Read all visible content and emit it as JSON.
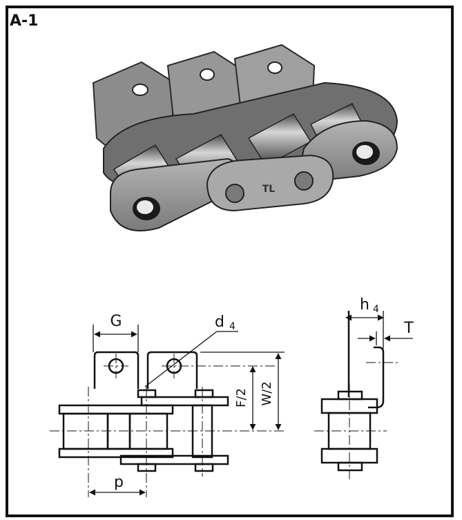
{
  "figure_label": "A-1",
  "logo_mark": "TL",
  "side_view": {
    "dim_G": "G",
    "dim_d4": "d",
    "dim_d4_sub": "4",
    "dim_F2": "F/2",
    "dim_W2": "W/2",
    "dim_p": "p"
  },
  "end_view": {
    "dim_h4": "h",
    "dim_h4_sub": "4",
    "dim_T": "T"
  }
}
